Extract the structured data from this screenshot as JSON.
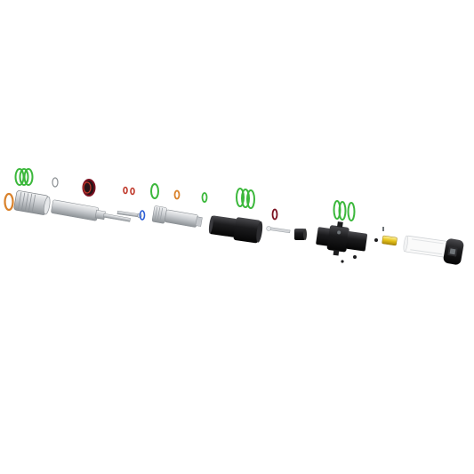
{
  "diagram": {
    "type": "exploded-assembly-view",
    "background": "#ffffff",
    "colors": {
      "seal_green": "#3cb83c",
      "seal_red": "#c0392b",
      "seal_orange": "#d9822b",
      "seal_blue": "#2c5fd6",
      "seal_darkred": "#7a1020",
      "metal_light": "#d8dadc",
      "metal_mid": "#a9adb1",
      "metal_dark": "#6f7478",
      "body_black": "#1c1c1e",
      "brass": "#e5c21a",
      "white_part": "#f4f4f4"
    },
    "parts": [
      {
        "id": "p1",
        "kind": "o-ring-set",
        "color": "seal_green"
      },
      {
        "id": "p2",
        "kind": "o-ring",
        "color": "seal_orange"
      },
      {
        "id": "p3",
        "kind": "knurled-nut",
        "color": "metal_light"
      },
      {
        "id": "p4",
        "kind": "wire-ring",
        "color": "metal_mid"
      },
      {
        "id": "p5",
        "kind": "piston-rod",
        "color": "metal_light"
      },
      {
        "id": "p6",
        "kind": "cap",
        "color": "seal_darkred"
      },
      {
        "id": "p7",
        "kind": "o-ring-pair",
        "color": "seal_red"
      },
      {
        "id": "p8",
        "kind": "shaft-pin",
        "color": "metal_mid"
      },
      {
        "id": "p9",
        "kind": "o-ring",
        "color": "seal_blue"
      },
      {
        "id": "p10",
        "kind": "o-ring",
        "color": "seal_green"
      },
      {
        "id": "p11",
        "kind": "fitting",
        "color": "metal_light"
      },
      {
        "id": "p12",
        "kind": "o-ring",
        "color": "seal_orange"
      },
      {
        "id": "p13",
        "kind": "o-ring",
        "color": "seal_green"
      },
      {
        "id": "p14",
        "kind": "cylinder-body",
        "color": "body_black"
      },
      {
        "id": "p15",
        "kind": "o-ring-set",
        "color": "seal_green"
      },
      {
        "id": "p16",
        "kind": "o-ring",
        "color": "seal_darkred"
      },
      {
        "id": "p17",
        "kind": "spring",
        "color": "metal_mid"
      },
      {
        "id": "p18",
        "kind": "bushing",
        "color": "body_black"
      },
      {
        "id": "p19",
        "kind": "valve-body",
        "color": "body_black"
      },
      {
        "id": "p20",
        "kind": "o-ring-set",
        "color": "seal_green"
      },
      {
        "id": "p21",
        "kind": "small-pin",
        "color": "metal_dark"
      },
      {
        "id": "p22",
        "kind": "brass-insert",
        "color": "brass"
      },
      {
        "id": "p23",
        "kind": "glass-tube",
        "color": "white_part"
      },
      {
        "id": "p24",
        "kind": "end-cap",
        "color": "body_black"
      }
    ]
  }
}
